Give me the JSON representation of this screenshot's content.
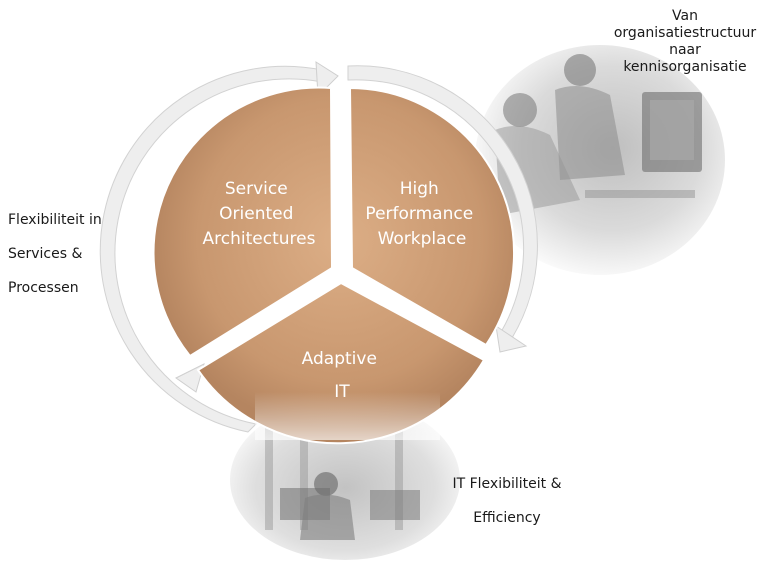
{
  "segments": {
    "soa": [
      "Service",
      "Oriented",
      "Architectures"
    ],
    "hpw": [
      "High",
      "Performance",
      "Workplace"
    ],
    "ait": [
      "Adaptive",
      "IT"
    ]
  },
  "labels": {
    "top_right": [
      "Van",
      "organisatiestructuur",
      "naar",
      "kennisorganisatie"
    ],
    "left": [
      "Flexibiliteit in",
      "Services &",
      "Processen"
    ],
    "bottom_right": [
      "IT Flexibiliteit &",
      "Efficiency"
    ]
  },
  "colors": {
    "segment_fill": "#c99a73",
    "segment_center": "#d6a882",
    "arrow_fill": "#eeeeee"
  }
}
